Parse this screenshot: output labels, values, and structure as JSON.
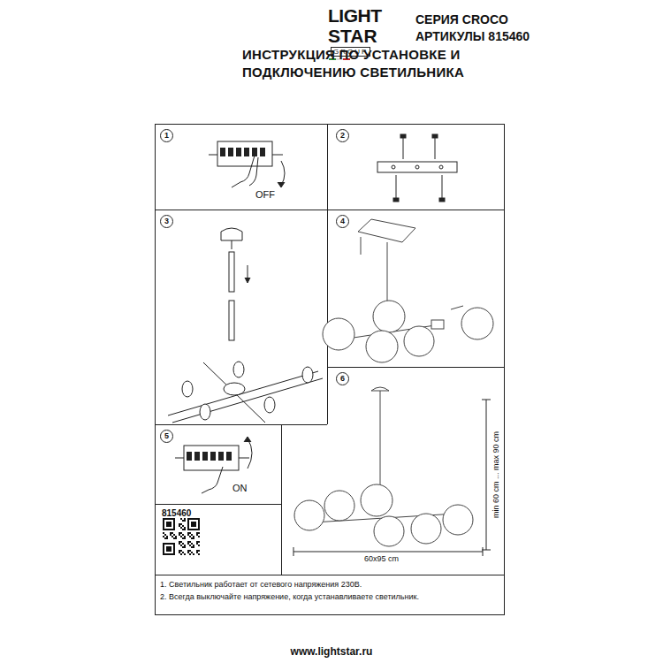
{
  "diagram": {
    "title": "ИНСТРУКЦИЯ ПО УСТАНОВКЕ И ПОДКЛЮЧЕНИЮ СВЕТИЛЬНИКА",
    "nodes": [
      {
        "text": [
          "1",
          "OFF"
        ]
      },
      {
        "text": [
          "2"
        ]
      },
      {
        "text": [
          "3"
        ]
      },
      {
        "text": [
          "4"
        ]
      },
      {
        "text": [
          "5",
          "ON"
        ]
      },
      {
        "text": [
          "815460"
        ]
      },
      {
        "text": [
          "6",
          "min 60 cm ... max 90 cm",
          "60x95 cm"
        ]
      }
    ],
    "edges": [],
    "labels": [
      "LIGHT",
      "STAR",
      "GROUP",
      "СЕРИЯ CROCO",
      "АРТИКУЛЫ 815460",
      "1. Светильник работает от сетевого напряжения 230В.",
      "2. Всегда выключайте напряжение, когда устанавливаете светильник.",
      "www.lightstar.ru"
    ]
  }
}
